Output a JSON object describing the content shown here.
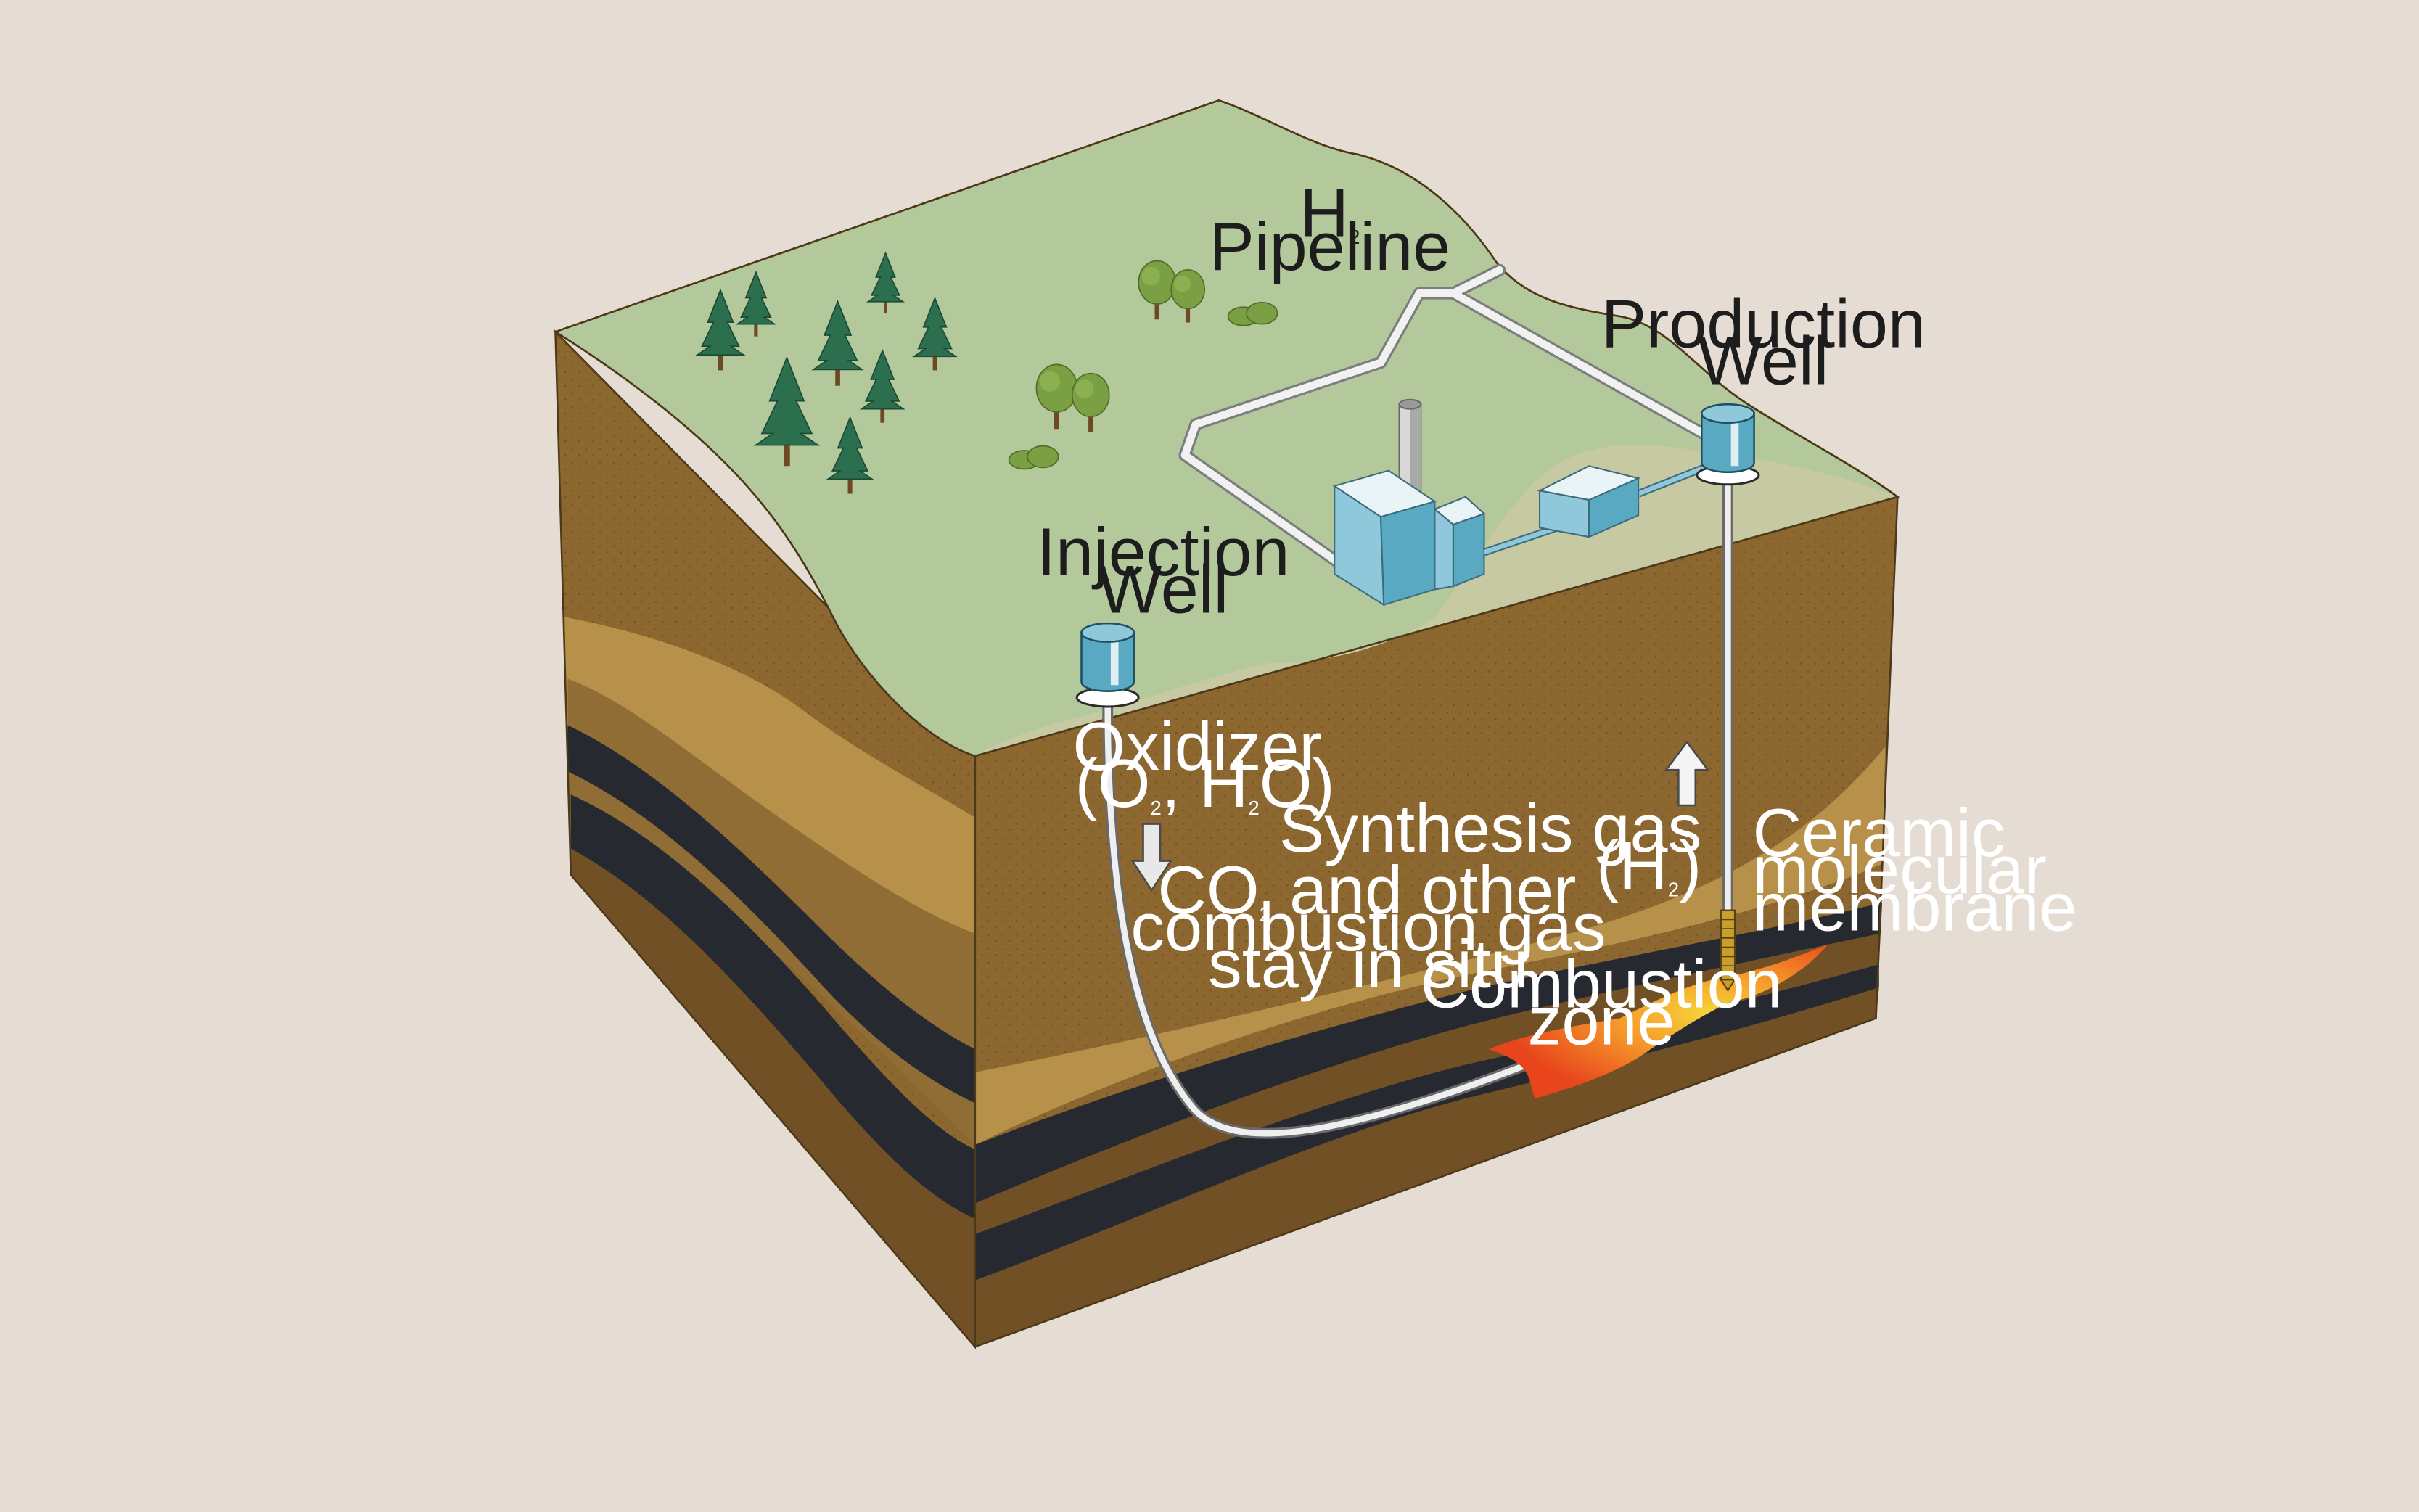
{
  "colors": {
    "background": "#e5ddd4",
    "grass": "#b3c89b",
    "grass_pale": "#c7c9a2",
    "soil_brown": "#8c6730",
    "soil_tan": "#b79149",
    "soil_dark": "#725026",
    "coal": "#262a30",
    "water_blue": "#5aa9c3",
    "building_blue": "#8fc8da",
    "tree_conifer": "#2c6f4f",
    "tree_deciduous": "#7aa043",
    "fire": "#ef5a1e",
    "membrane": "#c89f2f"
  },
  "icons": {
    "conifers": "conifer-tree-icon",
    "deciduous": "deciduous-tree-icon",
    "shrubs": "shrub-icon",
    "arrow_down": "arrow-down-icon",
    "arrow_up": "arrow-up-icon"
  },
  "labels": {
    "h2_pipeline_h": "H",
    "h2_pipeline_sub": "2",
    "h2_pipeline_text": "Pipeline",
    "production_line1": "Production",
    "production_line2": "Well",
    "injection_line1": "Injection",
    "injection_line2": "Well",
    "oxidizer_line1": "Oxidizer",
    "oxidizer_l2_a": "(O",
    "oxidizer_l2_sub1": "2",
    "oxidizer_l2_b": ", H",
    "oxidizer_l2_sub2": "2",
    "oxidizer_l2_c": "O)",
    "synthesis_line1": "Synthesis gas",
    "synthesis_l2_a": "(H",
    "synthesis_l2_sub": "2",
    "synthesis_l2_b": ")",
    "ceramic_line1": "Ceramic",
    "ceramic_line2": "molecular",
    "ceramic_line3": "membrane",
    "co2_a": "CO",
    "co2_sub": "2",
    "co2_b": " and other",
    "co2_line2": "combustion gas",
    "co2_line3": "stay in situ",
    "combustion_line1": "Combustion",
    "combustion_line2": "zone"
  }
}
